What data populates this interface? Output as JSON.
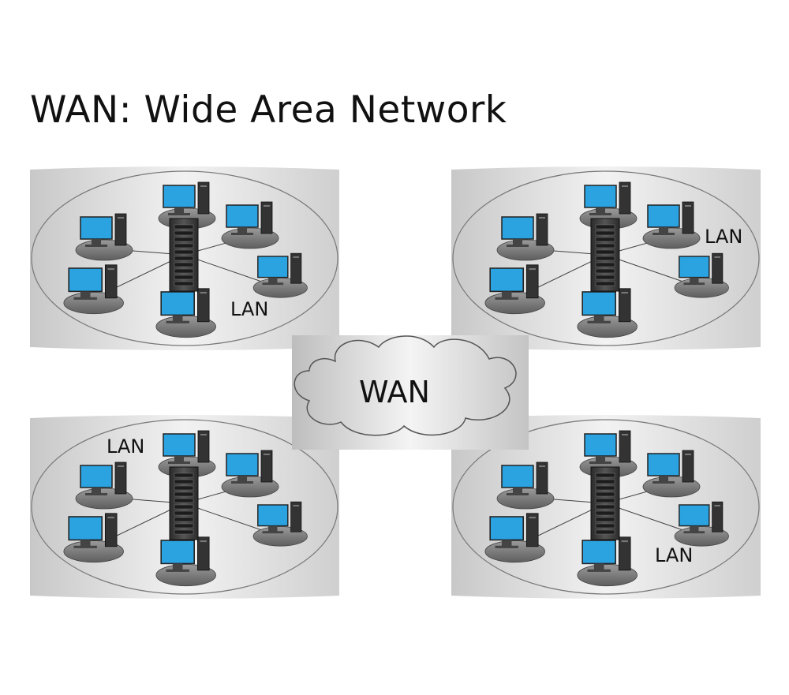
{
  "title": "WAN: Wide Area Network",
  "wan_label": "WAN",
  "lans": [
    {
      "label": "LAN"
    },
    {
      "label": "LAN"
    },
    {
      "label": "LAN"
    },
    {
      "label": "LAN"
    }
  ],
  "colors": {
    "screen": "#2aa3e0",
    "tower": "#333333",
    "server": "#3a3a3a",
    "panel": "#d9d9d9",
    "disc": "#8a8a8a"
  }
}
